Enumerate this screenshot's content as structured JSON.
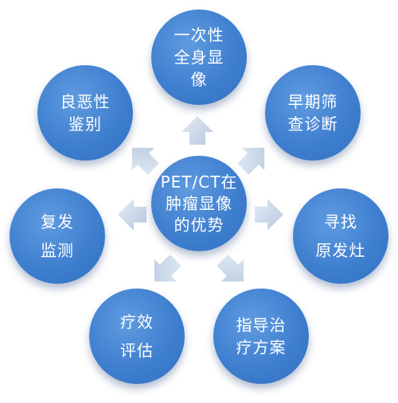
{
  "center": {
    "lines": [
      "PET/CT在",
      "肿瘤显像",
      "的优势"
    ]
  },
  "nodes": [
    {
      "key": "whole-body",
      "lines": [
        "一次性",
        "全身显",
        "像"
      ]
    },
    {
      "key": "early-screening",
      "lines": [
        "早期筛",
        "查诊断"
      ]
    },
    {
      "key": "find-primary",
      "lines": [
        "寻找",
        "原发灶"
      ]
    },
    {
      "key": "guide-treatment",
      "lines": [
        "指导治",
        "疗方案"
      ]
    },
    {
      "key": "efficacy",
      "lines": [
        "疗效",
        "评估"
      ]
    },
    {
      "key": "recurrence",
      "lines": [
        "复发",
        "监测"
      ]
    },
    {
      "key": "benign-malignant",
      "lines": [
        "良恶性",
        "鉴别"
      ]
    }
  ],
  "colors": {
    "circle": "#3f7fcf",
    "arrow": "#c5d3e6",
    "text": "#ffffff"
  }
}
